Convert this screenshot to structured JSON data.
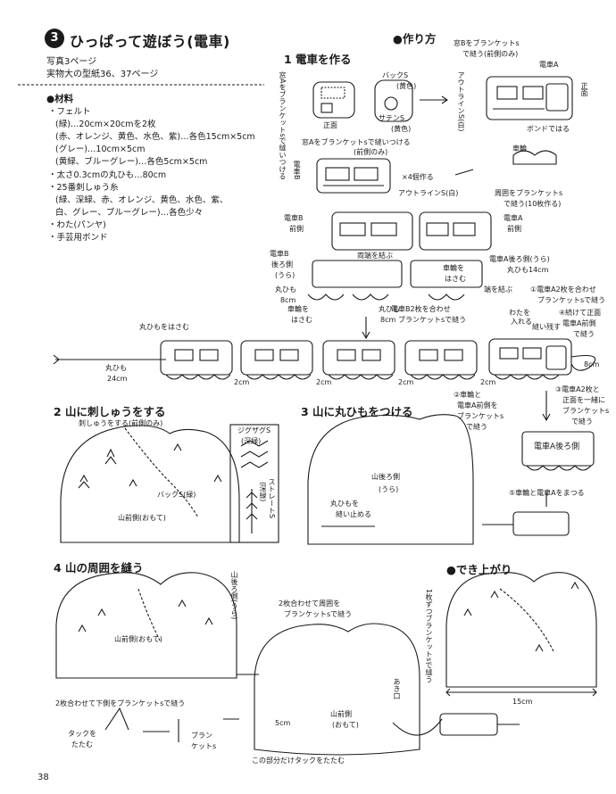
{
  "header": {
    "number": "3",
    "title": "ひっぱって遊ぼう(電車)",
    "photo_ref": "写真3ページ",
    "pattern_ref": "実物大の型紙36、37ページ"
  },
  "materials": {
    "heading": "●材料",
    "lines": [
      "・フェルト",
      "(緑)…20cm×20cmを2枚",
      "(赤、オレンジ、黄色、水色、紫)…各色15cm×5cm",
      "(グレー)…10cm×5cm",
      "(黄緑、ブルーグレー)…各色5cm×5cm",
      "・太さ0.3cmの丸ひも…80cm",
      "・25番刺しゅう糸",
      "(緑、深緑、赤、オレンジ、黄色、水色、紫、",
      "白、グレー、ブルーグレー)…各色少々",
      "・わた(パンヤ)",
      "・手芸用ボンド"
    ]
  },
  "how_to": {
    "heading": "●作り方",
    "step1": "1 電車を作る",
    "step2": "2 山に刺しゅうをする",
    "step3": "3 山に丸ひもをつける",
    "step4": "4 山の周囲を縫う",
    "finished": "●でき上がり"
  },
  "notes_step1": {
    "win_a_v": "窓Aをブランケットsで縫いつける",
    "front": "正面",
    "back_s": "バックS",
    "back_s_color": "(黄色)",
    "satin_s": "サテンS",
    "satin_s_color": "(黄色)",
    "outline_v": "アウトラインS(白)",
    "win_b_1": "窓Bをブランケットs",
    "win_b_2": "で縫う(前側のみ)",
    "train_a": "電車A",
    "front_v": "正面",
    "bond": "ボンドではる",
    "win_a_2": "窓Aをブランケットsで縫いつける",
    "win_a_3": "(前側のみ)",
    "train_b_v": "電車B",
    "times4": "×4個作る",
    "outline_w": "アウトラインS(白)",
    "wheel": "車輪",
    "edge_1": "周囲をブランケットs",
    "edge_2": "で縫う(10枚作る)",
    "tb_front_1": "電車B",
    "tb_front_2": "前側",
    "ta_front_1": "電車A",
    "ta_front_2": "前側",
    "tb_back_1": "電車B",
    "tb_back_2": "後ろ側",
    "tb_back_3": "(うら)",
    "tie_ends": "両端を結ぶ",
    "wheel_sand": "車輪を",
    "wheel_sand_2": "はさむ",
    "cord_8": "丸ひも",
    "cord_8b": "8cm",
    "ta_back": "電車A後ろ側(うら)",
    "cord_14": "丸ひも14cm",
    "tie_end": "端を結ぶ",
    "merge_1": "①電車A2枚を合わせ",
    "merge_2": "ブランケットsで縫う",
    "cotton_1": "わたを",
    "cotton_2": "入れる",
    "sew_back": "縫い残す",
    "sew_b_1": "電車B2枚を合わせ",
    "sew_b_2": "ブランケットsで縫う",
    "cord_8c": "丸ひも",
    "cord_8d": "8cm",
    "sand_cord": "丸ひもをはさむ",
    "cord_24": "丸ひも",
    "cord_24b": "24cm",
    "cm2a": "2cm",
    "cm2b": "2cm",
    "cm2c": "2cm",
    "cm2d": "2cm",
    "cm8": "8cm",
    "s2_1": "②車輪と",
    "s2_2": "電車A前側を",
    "s2_3": "ブランケットs",
    "s2_4": "で縫う",
    "s3_1": "③電車A2枚と",
    "s3_2": "正面を一緒に",
    "s3_3": "ブランケットs",
    "s3_4": "で縫う",
    "s4_1": "④続けて正面",
    "s4_2": "電車A前側",
    "s4_3": "で縫う",
    "ta_back_box": "電車A後ろ側",
    "s5": "⑤車輪と電車Aをまつる"
  },
  "notes_step2": {
    "embroider": "刺しゅうをする(前側のみ)",
    "back_s_green": "バックS(緑)",
    "mountain_front": "山前側(おもて)",
    "zigzag_1": "ジグザグS",
    "zigzag_2": "(深緑)",
    "straight_v": "ストレートS",
    "deep_v": "(深緑)"
  },
  "notes_step3": {
    "mountain_back_1": "山後ろ側",
    "mountain_back_2": "(うら)",
    "cord_1": "丸ひもを",
    "cord_2": "縫い止める"
  },
  "notes_step4": {
    "mountain_back_v": "山後ろ側(うら)",
    "mountain_front": "山前側(おもて)",
    "sew_around_1": "2枚合わせて周囲を",
    "sew_around_2": "ブランケットsで縫う",
    "sew_bottom": "2枚合わせて下側をブランケットsで縫う",
    "tuck_1": "タックを",
    "tuck_2": "たたむ",
    "blanket_1": "ブラン",
    "blanket_2": "ケットs",
    "opening_v": "あき口",
    "sew_one_v": "1枚ずつブランケットsで縫う",
    "cm5": "5cm",
    "fold_tuck": "この部分だけタックをたたむ",
    "mountain_front2_1": "山前側",
    "mountain_front2_2": "(おもて)",
    "cm15": "15cm"
  },
  "page_number": "38"
}
